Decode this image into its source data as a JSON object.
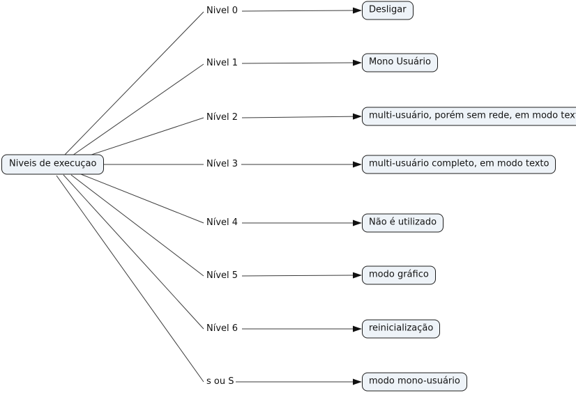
{
  "root": {
    "label": "Niveis de execuçao"
  },
  "rows": [
    {
      "label": "Nivel 0",
      "target": "Desligar"
    },
    {
      "label": "Nivel 1",
      "target": "Mono Usuário"
    },
    {
      "label": "Nível 2",
      "target": "multi-usuário, porém sem rede, em modo texto"
    },
    {
      "label": "Nível 3",
      "target": "multi-usuário completo, em modo texto"
    },
    {
      "label": "Nível 4",
      "target": "Não é utilizado"
    },
    {
      "label": "Nível 5",
      "target": "modo gráfico"
    },
    {
      "label": "Nível 6",
      "target": "reinicialização"
    },
    {
      "label": "s ou S",
      "target": "modo mono-usuário"
    }
  ],
  "colors": {
    "background": "#ffffff",
    "node_fill": "#eef3f8",
    "node_border": "#1c1c1c",
    "line": "#3a3a3a",
    "text": "#111111"
  }
}
